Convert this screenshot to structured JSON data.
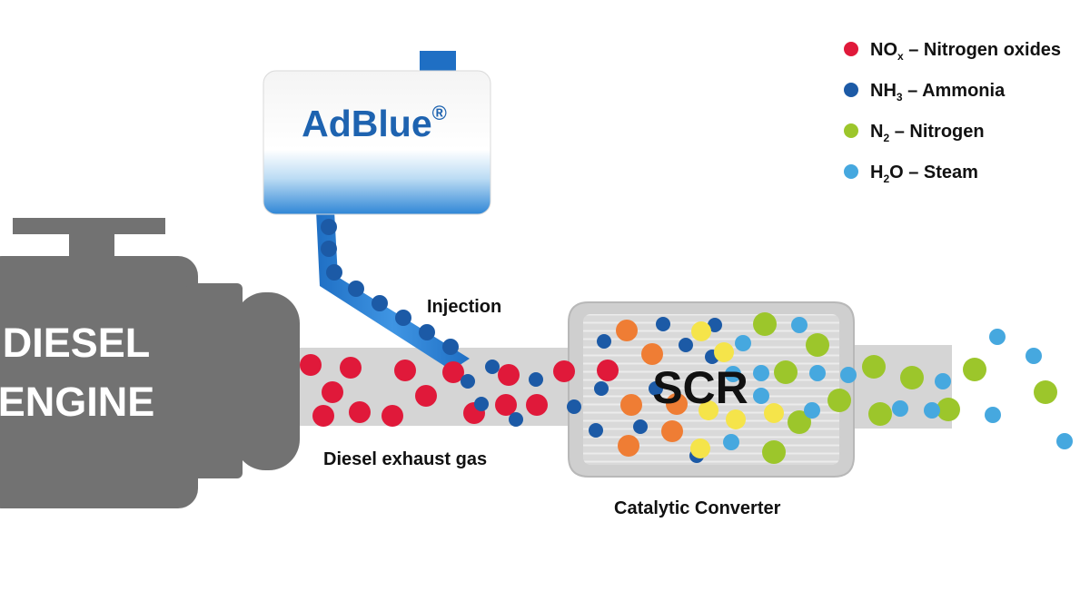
{
  "engine": {
    "line1": "DIESEL",
    "line2": "ENGINE"
  },
  "tank": {
    "brand": "AdBlue",
    "reg": "®"
  },
  "labels": {
    "injection": "Injection",
    "exhaust": "Diesel exhaust gas",
    "converter": "Catalytic Converter",
    "scr": "SCR"
  },
  "legend": [
    {
      "color": "#e0193a",
      "formula": "NO",
      "sub": "x",
      "text": " – Nitrogen oxides"
    },
    {
      "color": "#1c5aa6",
      "formula": "NH",
      "sub": "3",
      "text": " – Ammonia"
    },
    {
      "color": "#9cc62b",
      "formula": "N",
      "sub": "2",
      "text": " – Nitrogen"
    },
    {
      "color": "#46a8df",
      "formula": "H",
      "sub": "2",
      "text": "O – Steam"
    }
  ],
  "colors": {
    "no": "#e0193a",
    "nh3": "#1c5aa6",
    "n2": "#9cc62b",
    "h2o": "#46a8df",
    "orange": "#ef7d34",
    "yellow": "#f5e44a",
    "engine": "#727272",
    "pipe": "#d6d6d6",
    "adblue": "#1e63b0"
  }
}
